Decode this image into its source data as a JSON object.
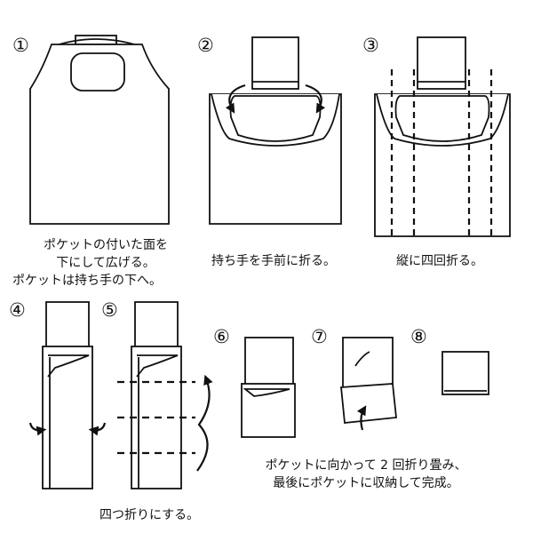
{
  "steps": [
    {
      "number": "①",
      "caption_lines": [
        "ポケットの付いた面を",
        "下にして広げる。",
        "ポケットは持ち手の下へ。"
      ]
    },
    {
      "number": "②",
      "caption_lines": [
        "持ち手を手前に折る。"
      ]
    },
    {
      "number": "③",
      "caption_lines": [
        "縦に四回折る。"
      ]
    },
    {
      "number": "④",
      "caption_lines": []
    },
    {
      "number": "⑤",
      "caption_lines": []
    },
    {
      "number": "⑥",
      "caption_lines": []
    },
    {
      "number": "⑦",
      "caption_lines": []
    },
    {
      "number": "⑧",
      "caption_lines": []
    }
  ],
  "group_captions": {
    "steps_4_5": [
      "四つ折りにする。"
    ],
    "steps_6_8": [
      "ポケットに向かって 2 回折り畳み、",
      "最後にポケットに収納して完成。"
    ]
  },
  "colors": {
    "line": "#111111",
    "paper": "#ffffff"
  },
  "icons": [
    "fold-arrow-icon",
    "fold-line"
  ]
}
